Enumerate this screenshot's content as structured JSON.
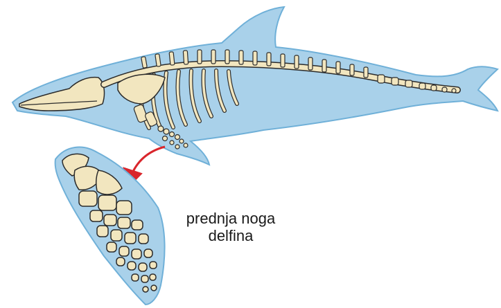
{
  "caption": {
    "line1": "prednja noga",
    "line2": "delfina"
  },
  "colors": {
    "body_fill": "#a9d1ea",
    "body_stroke": "#6fb0d8",
    "bone_fill": "#f2e6bf",
    "bone_stroke": "#2b2b2b",
    "arrow": "#d9262c"
  },
  "icons": {
    "dolphin": "dolphin-skeleton-illustration",
    "flipper": "flipper-bones-detail",
    "arrow": "red-curved-arrow"
  }
}
